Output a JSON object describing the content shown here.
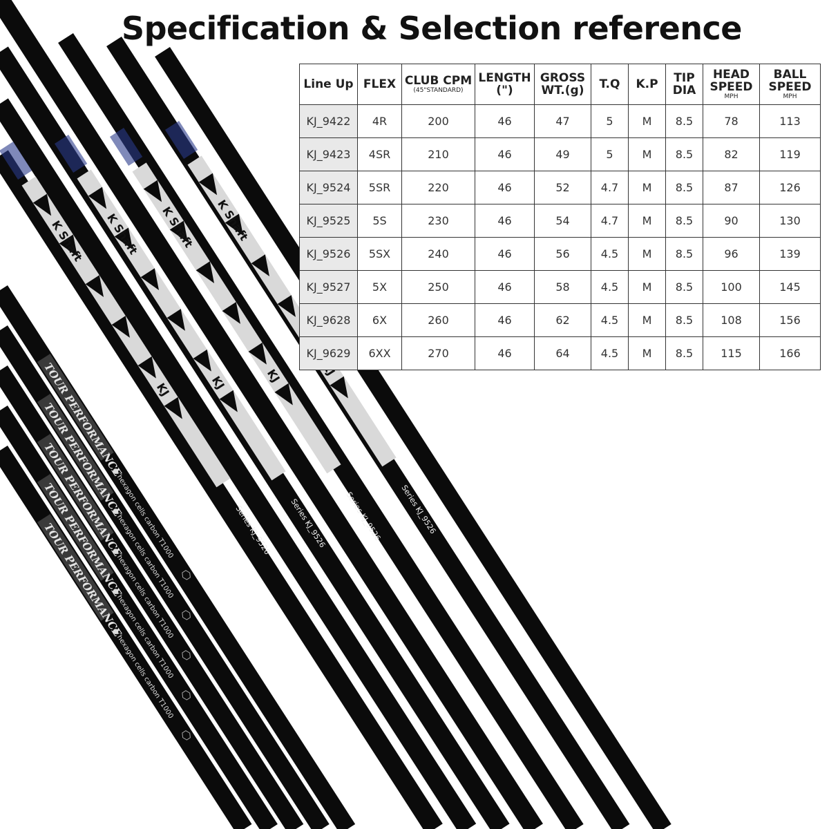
{
  "title": "Specification & Selection reference",
  "table": {
    "headers": [
      {
        "main": "Line Up",
        "sub": ""
      },
      {
        "main": "FLEX",
        "sub": ""
      },
      {
        "main": "CLUB CPM",
        "sub": "(45\"STANDARD)"
      },
      {
        "main": "LENGTH (\")",
        "sub": ""
      },
      {
        "main": "GROSS WT.(g)",
        "sub": ""
      },
      {
        "main": "T.Q",
        "sub": ""
      },
      {
        "main": "K.P",
        "sub": ""
      },
      {
        "main": "TIP DIA",
        "sub": ""
      },
      {
        "main": "HEAD SPEED",
        "sub": "MPH"
      },
      {
        "main": "BALL SPEED",
        "sub": "MPH"
      }
    ],
    "rows": [
      [
        "KJ_9422",
        "4R",
        "200",
        "46",
        "47",
        "5",
        "M",
        "8.5",
        "78",
        "113"
      ],
      [
        "KJ_9423",
        "4SR",
        "210",
        "46",
        "49",
        "5",
        "M",
        "8.5",
        "82",
        "119"
      ],
      [
        "KJ_9524",
        "5SR",
        "220",
        "46",
        "52",
        "4.7",
        "M",
        "8.5",
        "87",
        "126"
      ],
      [
        "KJ_9525",
        "5S",
        "230",
        "46",
        "54",
        "4.7",
        "M",
        "8.5",
        "90",
        "130"
      ],
      [
        "KJ_9526",
        "5SX",
        "240",
        "46",
        "56",
        "4.5",
        "M",
        "8.5",
        "96",
        "139"
      ],
      [
        "KJ_9527",
        "5X",
        "250",
        "46",
        "58",
        "4.5",
        "M",
        "8.5",
        "100",
        "145"
      ],
      [
        "KJ_9628",
        "6X",
        "260",
        "46",
        "62",
        "4.5",
        "M",
        "8.5",
        "108",
        "156"
      ],
      [
        "KJ_9629",
        "6XX",
        "270",
        "46",
        "64",
        "4.5",
        "M",
        "8.5",
        "115",
        "166"
      ]
    ]
  },
  "shafts_upper": {
    "brand": "K Shaft",
    "model_mark": "KJ",
    "series": "Series KJ_9526"
  },
  "shafts_lower": {
    "brand": "TOUR PERFORMANCE",
    "material": "hexagon cells carbon T1000"
  },
  "colors": {
    "shaft": "#0b0b0b",
    "graphic_light": "#d9d9d9",
    "accent": "#2a3a8a"
  }
}
